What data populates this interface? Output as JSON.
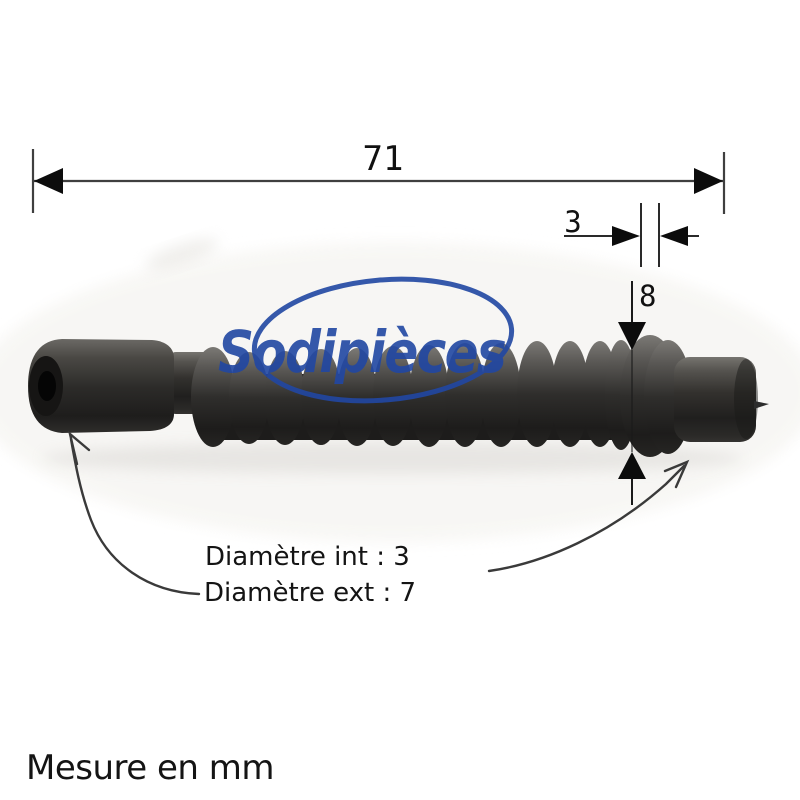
{
  "watermark": {
    "text": "Sodipièces",
    "color": "#2147a3"
  },
  "dimensions": {
    "overall_length": "71",
    "end_width": "3",
    "height": "8"
  },
  "annotations": {
    "inner_diameter": "Diamètre int : 3",
    "outer_diameter": "Diamètre ext : 7",
    "unit_note": "Mesure en mm"
  },
  "part": {
    "description": "black corrugated flexible hose with cylindrical end fittings"
  },
  "colors": {
    "background": "#ffffff",
    "watermark_blue": "#2147a3",
    "annotation_ink": "#1a1a1a",
    "dimension_line": "#3f3f3f",
    "arrow_fill": "#0c0c0c",
    "part_highlight": "#76746f",
    "part_dark": "#1d1c1b"
  }
}
